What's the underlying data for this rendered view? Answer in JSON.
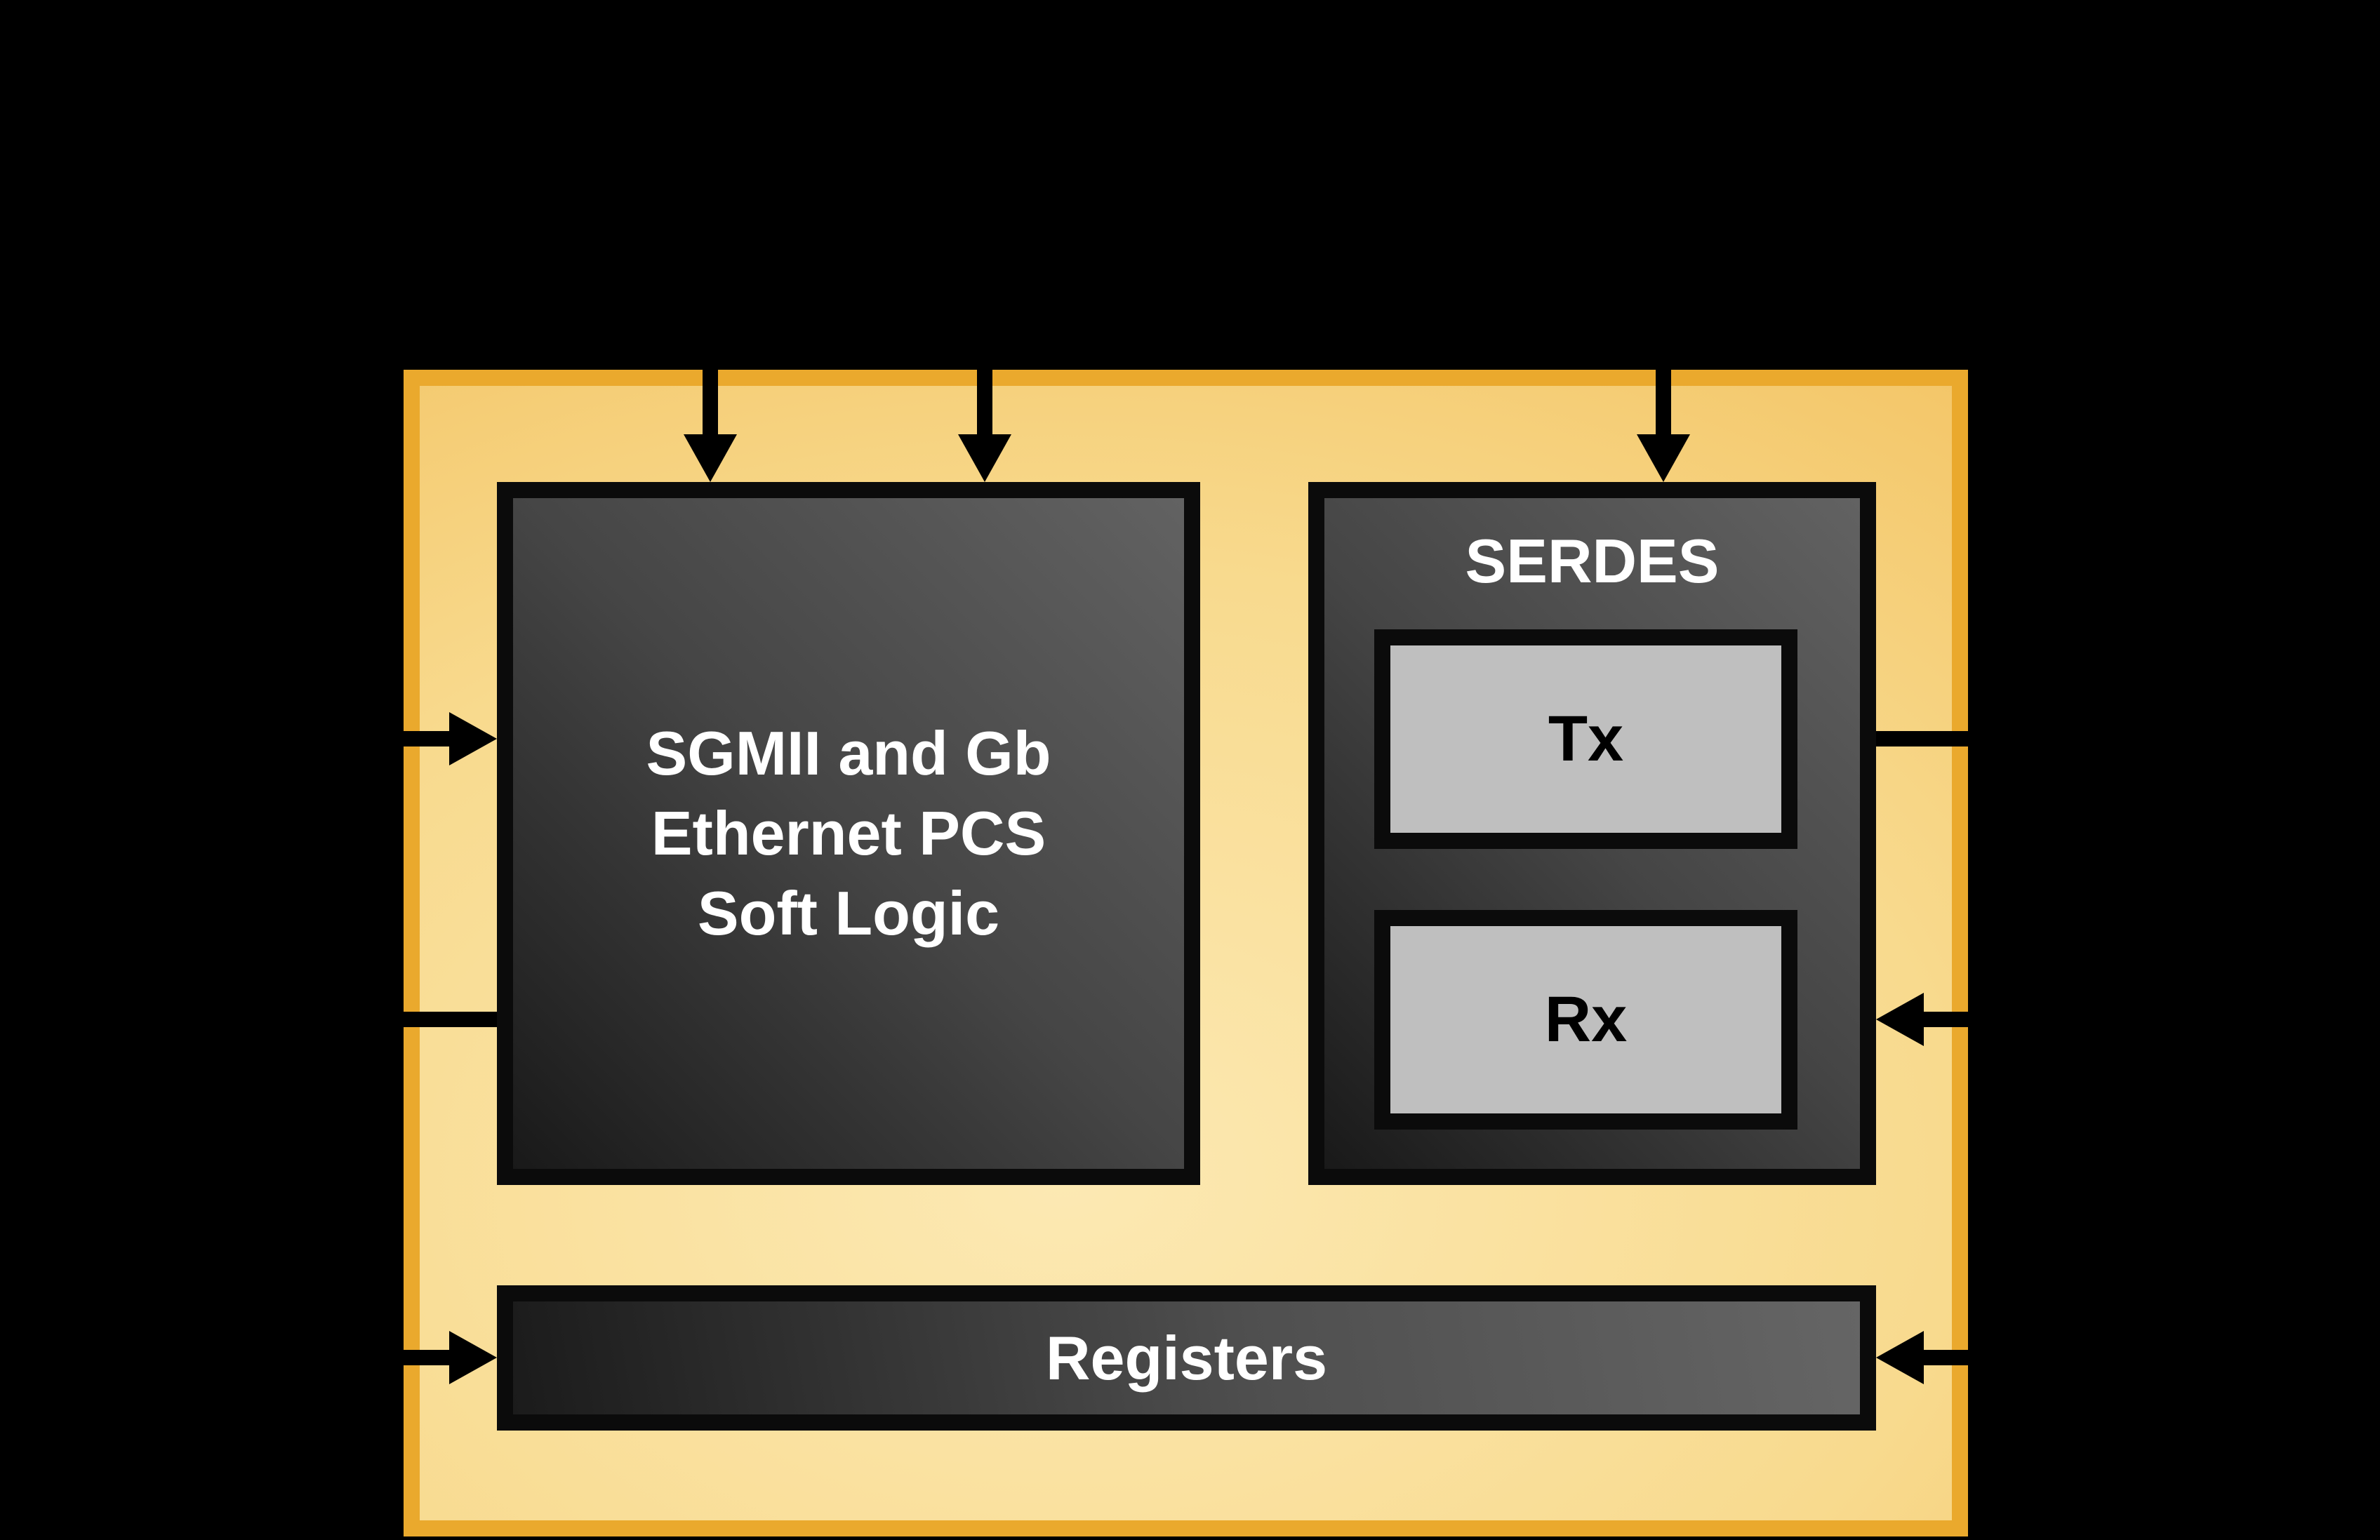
{
  "colors": {
    "background": "#000000",
    "chip_border": "#eaa92d",
    "chip_fill_light": "#fce9b3",
    "chip_fill_dark": "#efb446",
    "block_gradient_dark": "#191919",
    "block_gradient_light": "#626262",
    "block_border": "#0b0b0b",
    "inner_box_fill": "#bfbfbf",
    "block_label_text": "#ffffff",
    "inner_box_label_text": "#000000"
  },
  "blocks": {
    "pcs": {
      "label": "SGMII and Gb\nEthernet PCS\nSoft Logic"
    },
    "serdes": {
      "label": "SERDES"
    },
    "tx": {
      "label": "Tx"
    },
    "rx": {
      "label": "Rx"
    },
    "registers": {
      "label": "Registers"
    }
  },
  "connectors": [
    {
      "name": "pcs-top-in-arrow-1",
      "direction": "down-into-pcs"
    },
    {
      "name": "pcs-top-in-arrow-2",
      "direction": "down-into-pcs"
    },
    {
      "name": "serdes-top-in-arrow",
      "direction": "down-into-serdes"
    },
    {
      "name": "pcs-left-in-arrow",
      "direction": "right-into-pcs"
    },
    {
      "name": "pcs-left-out-line",
      "direction": "left-out-of-pcs"
    },
    {
      "name": "serdes-right-out-line",
      "direction": "right-out-of-serdes"
    },
    {
      "name": "serdes-right-in-arrow",
      "direction": "left-into-serdes"
    },
    {
      "name": "registers-left-in-arrow",
      "direction": "right-into-registers"
    },
    {
      "name": "registers-right-in-arrow",
      "direction": "left-into-registers"
    }
  ]
}
